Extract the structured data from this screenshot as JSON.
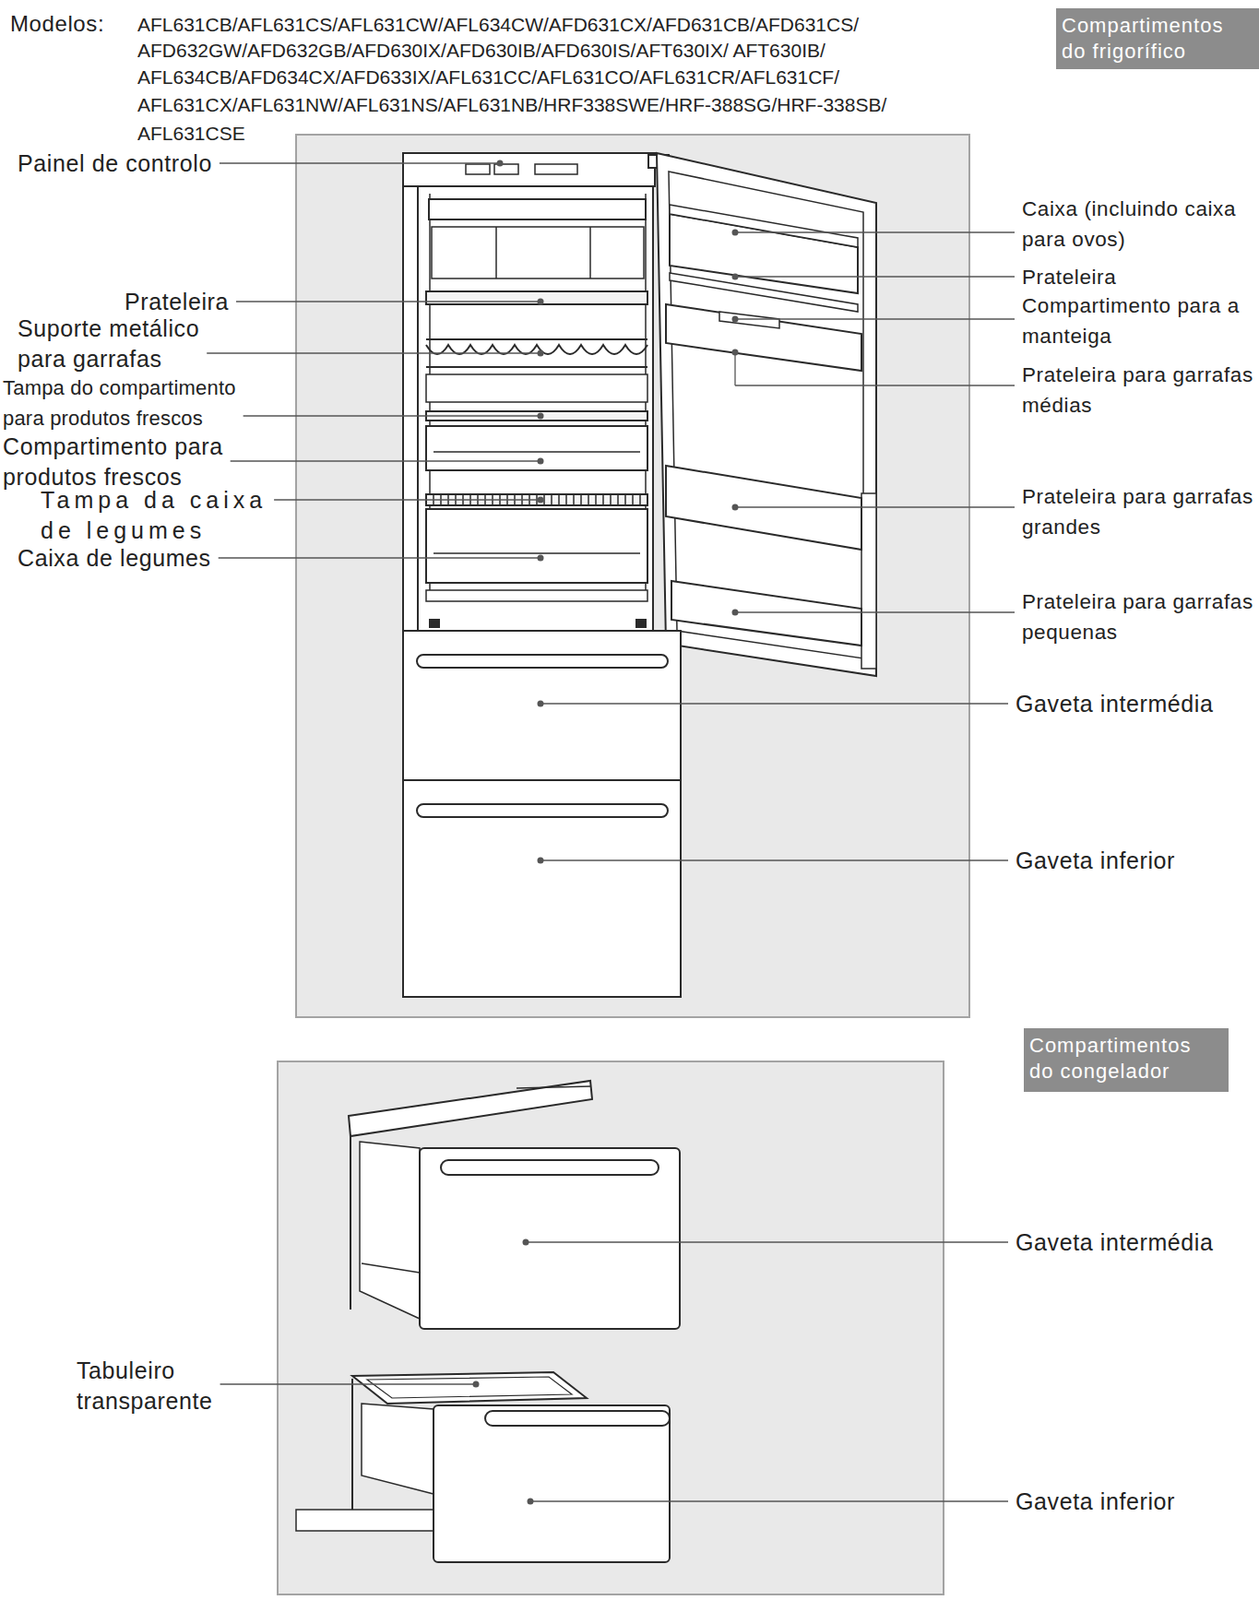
{
  "diagram": {
    "nodes": [
      {
        "text": [
          "Compartimentos do frigorífico"
        ]
      },
      {
        "text": [
          "Compartimentos do congelador"
        ]
      }
    ],
    "labels": [
      "Modelos:",
      "AFL631CB/AFL631CS/AFL631CW/AFL634CW/AFD631CX/AFD631CB/AFD631CS/",
      "AFD632GW/AFD632GB/AFD630IX/AFD630IB/AFD630IS/AFT630IX/ AFT630IB/",
      "AFL634CB/AFD634CX/AFD633IX/AFL631CC/AFL631CO/AFL631CR/AFL631CF/",
      "AFL631CX/AFL631NW/AFL631NS/AFL631NB/HRF338SWE/HRF-388SG/HRF-338SB/",
      "AFL631CSE",
      "Painel de controlo",
      "Prateleira",
      "Suporte metálico para garrafas",
      "Tampa do compartimento para produtos frescos",
      "Compartimento para produtos frescos",
      "Tampa da caixa de legumes",
      "Caixa de legumes",
      "Caixa (incluindo caixa para ovos)",
      "Prateleira",
      "Compartimento para a manteiga",
      "Prateleira para garrafas médias",
      "Prateleira para garrafas grandes",
      "Prateleira para garrafas pequenas",
      "Gaveta intermédia",
      "Gaveta inferior",
      "Gaveta intermédia",
      "Tabuleiro transparente",
      "Gaveta inferior"
    ]
  }
}
